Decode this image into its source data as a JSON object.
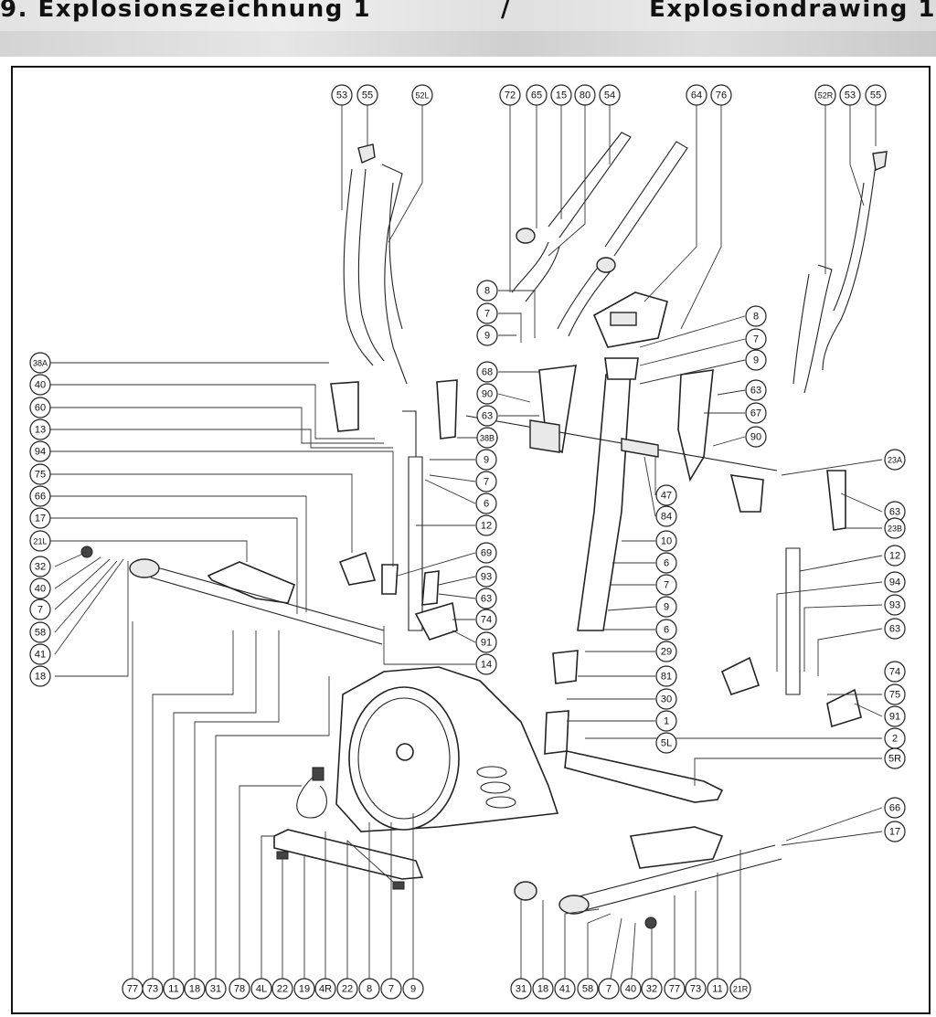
{
  "header": {
    "title_de": "9. Explosionszeichnung 1",
    "separator": "/",
    "title_en": "Explosiondrawing 1"
  },
  "callouts": {
    "top": [
      "53",
      "55",
      "52L",
      "72",
      "65",
      "15",
      "80",
      "54",
      "64",
      "76",
      "52R",
      "53",
      "55"
    ],
    "left": [
      "38A",
      "40",
      "60",
      "13",
      "94",
      "75",
      "66",
      "17",
      "21L",
      "32",
      "40",
      "7",
      "58",
      "41",
      "18"
    ],
    "center_left": [
      "8",
      "7",
      "9",
      "68",
      "90",
      "63",
      "38B",
      "9",
      "7",
      "6",
      "12",
      "69",
      "93",
      "63",
      "74",
      "91",
      "14"
    ],
    "center_right": [
      "8",
      "7",
      "9",
      "63",
      "67",
      "90",
      "47",
      "84",
      "10",
      "6",
      "7",
      "9",
      "6",
      "29",
      "81",
      "30",
      "1",
      "5L",
      "2",
      "5R"
    ],
    "right": [
      "23A",
      "63",
      "23B",
      "12",
      "94",
      "93",
      "63",
      "74",
      "75",
      "91",
      "66",
      "17"
    ],
    "bottom_left": [
      "77",
      "73",
      "11",
      "18",
      "31",
      "78",
      "4L",
      "22",
      "19",
      "4R",
      "22",
      "8",
      "7",
      "9"
    ],
    "bottom_right": [
      "31",
      "18",
      "41",
      "58",
      "7",
      "40",
      "32",
      "77",
      "73",
      "11",
      "21R"
    ]
  }
}
